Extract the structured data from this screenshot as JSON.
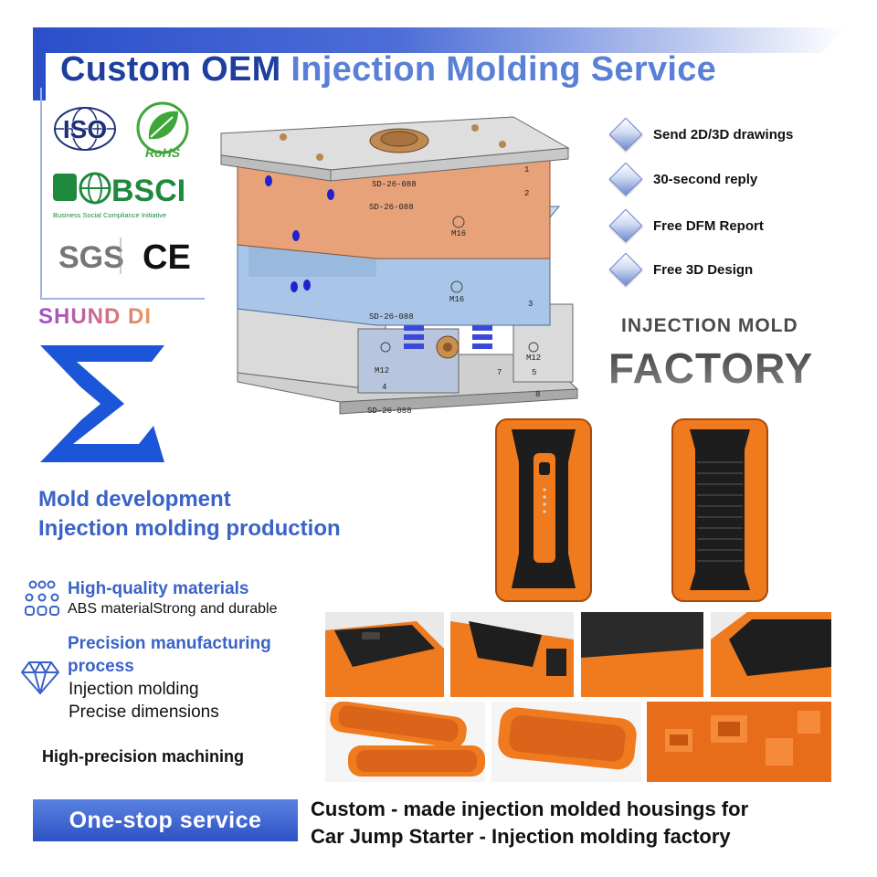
{
  "header": {
    "title_part1": "Custom OEM",
    "title_part2": "Injection Molding Service"
  },
  "certifications": [
    "ISO",
    "RoHS",
    "BSCI",
    "Business Social Compliance Initiative",
    "SGS",
    "CE"
  ],
  "mold_labels": {
    "plate_code": "SD-26-088",
    "ref": "M16",
    "small": "M12",
    "n1": "1",
    "n2": "2",
    "n3": "3",
    "n4": "4",
    "n5": "5",
    "n7": "7",
    "n8": "8"
  },
  "features": [
    {
      "label": "Send 2D/3D drawings"
    },
    {
      "label": "30-second reply"
    },
    {
      "label": "Free DFM Report"
    },
    {
      "label": "Free 3D Design"
    }
  ],
  "factory": {
    "line1": "INJECTION MOLD",
    "line2": "FACTORY"
  },
  "brand": {
    "name": "SHUND DI"
  },
  "services": {
    "line1": "Mold development",
    "line2": "Injection molding production"
  },
  "materials": {
    "title": "High-quality materials",
    "text": "ABS materialStrong and durable"
  },
  "precision": {
    "title_line1": "Precision manufacturing",
    "title_line2": "process",
    "text_line1": "Injection molding",
    "text_line2": "Precise dimensions"
  },
  "machining": "High-precision machining",
  "onestop": "One-stop service",
  "caption": {
    "line1": "Custom - made injection molded housings for",
    "line2": "Car Jump Starter - Injection molding factory"
  },
  "colors": {
    "brand_blue": "#2b4fc9",
    "accent_blue": "#3a63c8",
    "product_orange": "#f07a1e",
    "product_black": "#1d1d1d"
  }
}
